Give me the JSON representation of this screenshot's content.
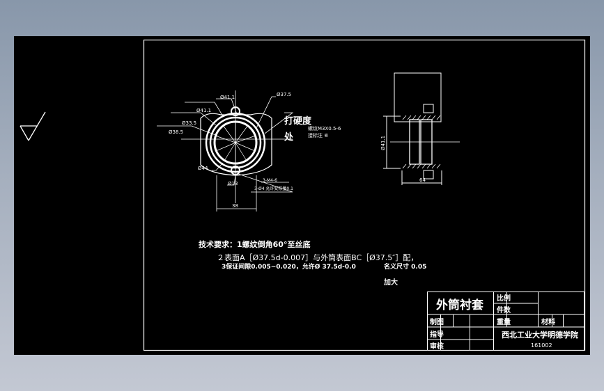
{
  "viewport": {
    "background": "#000000",
    "line_color": "#ffffff"
  },
  "surface_finish_symbol": "roughness-check-symbol",
  "front_view": {
    "dims": {
      "d1": "Ø41.1",
      "d2": "Ø37.5",
      "d3": "Ø41.1",
      "d4": "Ø33.5",
      "d5": "Ø38.5",
      "d6": "Ø44",
      "d7": "Ø13",
      "width": "38"
    },
    "note_hardness": "打硬度",
    "note_place": "处",
    "note_thread_1": "螺纹M3X0.5-6",
    "note_thread_2": "接标注 ⑥",
    "note_hole_1": "3-M4-6",
    "note_hole_2": "3-Ø4 允许变形量0.1"
  },
  "side_view": {
    "dim_height": "Ø41.1",
    "dim_length": "64"
  },
  "tech_requirements": {
    "line1": "技术要求：1螺纹倒角60°至丝底",
    "line2_a": "２表面A［Ø37.5d-0.007］与外筒表面BC［Ø37.5″］配，",
    "line3": "3保证间隙0.005~0.020，允许Ø    37.5d-0.0",
    "line3_b": "名义尺寸 0.05",
    "line4": "加大"
  },
  "title_block": {
    "part_name": "外筒衬套",
    "scale_label": "比例",
    "qty_label": "件数",
    "drawn_label": "制图",
    "weight_label": "重量",
    "material_label": "材料",
    "guide_label": "指导",
    "check_label": "审核",
    "school": "西北工业大学明德学院",
    "drawing_no": "161002"
  }
}
